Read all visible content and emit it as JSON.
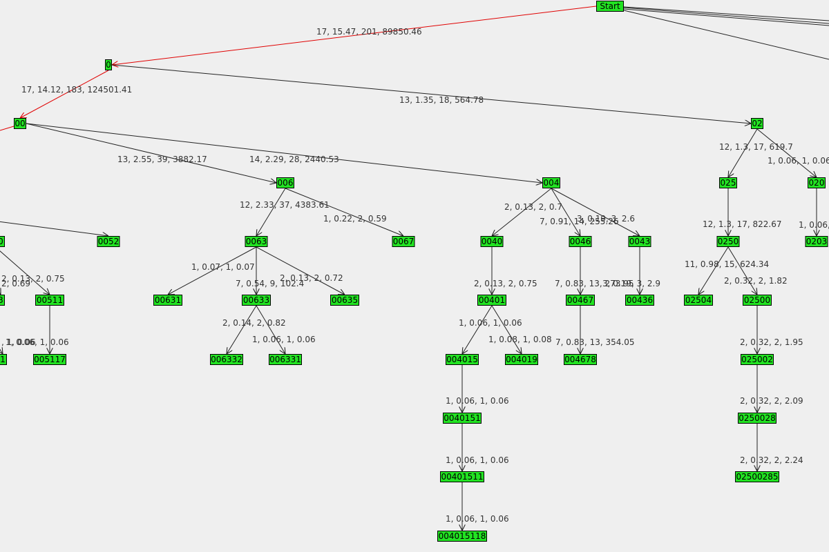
{
  "accent_colors": {
    "node_fill": "#22e322",
    "edge": "#222222",
    "highlight_edge": "#e00000",
    "background": "#efefef"
  },
  "nodes": [
    {
      "id": "Start",
      "label": "Start"
    },
    {
      "id": "0",
      "label": "0"
    },
    {
      "id": "00",
      "label": "00"
    },
    {
      "id": "02",
      "label": "02"
    },
    {
      "id": "006",
      "label": "006"
    },
    {
      "id": "004",
      "label": "004"
    },
    {
      "id": "025",
      "label": "025"
    },
    {
      "id": "020",
      "label": "020"
    },
    {
      "id": "00x1",
      "label": "0"
    },
    {
      "id": "0052",
      "label": "0052"
    },
    {
      "id": "0063",
      "label": "0063"
    },
    {
      "id": "0067",
      "label": "0067"
    },
    {
      "id": "0040",
      "label": "0040"
    },
    {
      "id": "0046",
      "label": "0046"
    },
    {
      "id": "0043",
      "label": "0043"
    },
    {
      "id": "0250",
      "label": "0250"
    },
    {
      "id": "0203",
      "label": "0203"
    },
    {
      "id": "00x2",
      "label": "3"
    },
    {
      "id": "00511",
      "label": "00511"
    },
    {
      "id": "00631",
      "label": "00631"
    },
    {
      "id": "00633",
      "label": "00633"
    },
    {
      "id": "00635",
      "label": "00635"
    },
    {
      "id": "00401",
      "label": "00401"
    },
    {
      "id": "00467",
      "label": "00467"
    },
    {
      "id": "00436",
      "label": "00436"
    },
    {
      "id": "02504",
      "label": "02504"
    },
    {
      "id": "02500",
      "label": "02500"
    },
    {
      "id": "00x3",
      "label": "1"
    },
    {
      "id": "005117",
      "label": "005117"
    },
    {
      "id": "006332",
      "label": "006332"
    },
    {
      "id": "006331",
      "label": "006331"
    },
    {
      "id": "004015",
      "label": "004015"
    },
    {
      "id": "004019",
      "label": "004019"
    },
    {
      "id": "004678",
      "label": "004678"
    },
    {
      "id": "025002",
      "label": "025002"
    },
    {
      "id": "0040151",
      "label": "0040151"
    },
    {
      "id": "0250028",
      "label": "0250028"
    },
    {
      "id": "00401511",
      "label": "00401511"
    },
    {
      "id": "02500285",
      "label": "02500285"
    },
    {
      "id": "004015118",
      "label": "004015118"
    }
  ],
  "edges": [
    {
      "from": "Start",
      "to": "0",
      "label": "17, 15.47, 201, 89850.46",
      "highlight": true
    },
    {
      "from": "0",
      "to": "00",
      "label": "17, 14.12, 183, 124501.41",
      "highlight": true
    },
    {
      "from": "0",
      "to": "02",
      "label": "13, 1.35, 18, 564.78",
      "highlight": false
    },
    {
      "from": "00",
      "to": "006",
      "label": "13, 2.55, 39, 3882.17",
      "highlight": false
    },
    {
      "from": "00",
      "to": "004",
      "label": "14, 2.29, 28, 2440.53",
      "highlight": false
    },
    {
      "from": "02",
      "to": "025",
      "label": "12, 1.3, 17, 619.7",
      "highlight": false
    },
    {
      "from": "02",
      "to": "020",
      "label": "1, 0.06, 1, 0.06",
      "highlight": false
    },
    {
      "from": "006",
      "to": "0063",
      "label": "12, 2.33, 37, 4383.61",
      "highlight": false
    },
    {
      "from": "006",
      "to": "0067",
      "label": "1, 0.22, 2, 0.59",
      "highlight": false
    },
    {
      "from": "004",
      "to": "0040",
      "label": "2, 0.13, 2, 0.7",
      "highlight": false
    },
    {
      "from": "004",
      "to": "0046",
      "label": "7, 0.91, 14, 255.26",
      "highlight": false
    },
    {
      "from": "004",
      "to": "0043",
      "label": "3, 0.19, 3, 2.6",
      "highlight": false
    },
    {
      "from": "025",
      "to": "0250",
      "label": "12, 1.3, 17, 822.67",
      "highlight": false
    },
    {
      "from": "020",
      "to": "0203",
      "label": "1, 0.06,",
      "highlight": false
    },
    {
      "from": "0063",
      "to": "00631",
      "label": "1, 0.07, 1, 0.07",
      "highlight": false
    },
    {
      "from": "0063",
      "to": "00633",
      "label": "7, 0.54, 9, 102.4",
      "highlight": false
    },
    {
      "from": "0063",
      "to": "00635",
      "label": "2, 0.13, 2, 0.72",
      "highlight": false
    },
    {
      "from": "0040",
      "to": "00401",
      "label": "2, 0.13, 2, 0.75",
      "highlight": false
    },
    {
      "from": "0046",
      "to": "00467",
      "label": "7, 0.83, 13, 273.95",
      "highlight": false
    },
    {
      "from": "0043",
      "to": "00436",
      "label": "3, 0.19, 3, 2.9",
      "highlight": false
    },
    {
      "from": "0250",
      "to": "02504",
      "label": "11, 0.98, 15, 624.34",
      "highlight": false
    },
    {
      "from": "0250",
      "to": "02500",
      "label": "2, 0.32, 2, 1.82",
      "highlight": false
    },
    {
      "from": "00633",
      "to": "006332",
      "label": "2, 0.14, 2, 0.82",
      "highlight": false
    },
    {
      "from": "00633",
      "to": "006331",
      "label": "1, 0.06, 1, 0.06",
      "highlight": false
    },
    {
      "from": "00401",
      "to": "004015",
      "label": "1, 0.06, 1, 0.06",
      "highlight": false
    },
    {
      "from": "00401",
      "to": "004019",
      "label": "1, 0.08, 1, 0.08",
      "highlight": false
    },
    {
      "from": "00467",
      "to": "004678",
      "label": "7, 0.83, 13, 354.05",
      "highlight": false
    },
    {
      "from": "02500",
      "to": "025002",
      "label": "2, 0.32, 2, 1.95",
      "highlight": false
    },
    {
      "from": "004015",
      "to": "0040151",
      "label": "1, 0.06, 1, 0.06",
      "highlight": false
    },
    {
      "from": "025002",
      "to": "0250028",
      "label": "2, 0.32, 2, 2.09",
      "highlight": false
    },
    {
      "from": "0040151",
      "to": "00401511",
      "label": "1, 0.06, 1, 0.06",
      "highlight": false
    },
    {
      "from": "0250028",
      "to": "02500285",
      "label": "2, 0.32, 2, 2.24",
      "highlight": false
    },
    {
      "from": "00401511",
      "to": "004015118",
      "label": "1, 0.06, 1, 0.06",
      "highlight": false
    },
    {
      "from": "00x5",
      "to": "00511",
      "label": "2, 0.13, 2, 0.75",
      "highlight": false
    },
    {
      "from": "00511",
      "to": "005117",
      "label": "1, 0.06, 1, 0.06",
      "highlight": false
    },
    {
      "from": "00x4",
      "to": "0052",
      "label": "",
      "highlight": false
    },
    {
      "from": "00x6",
      "to": "00x2",
      "label": "2, 0.69",
      "highlight": false
    },
    {
      "from": "00x7",
      "to": "00x3",
      "label": ", 1, 0.06",
      "highlight": false
    }
  ]
}
